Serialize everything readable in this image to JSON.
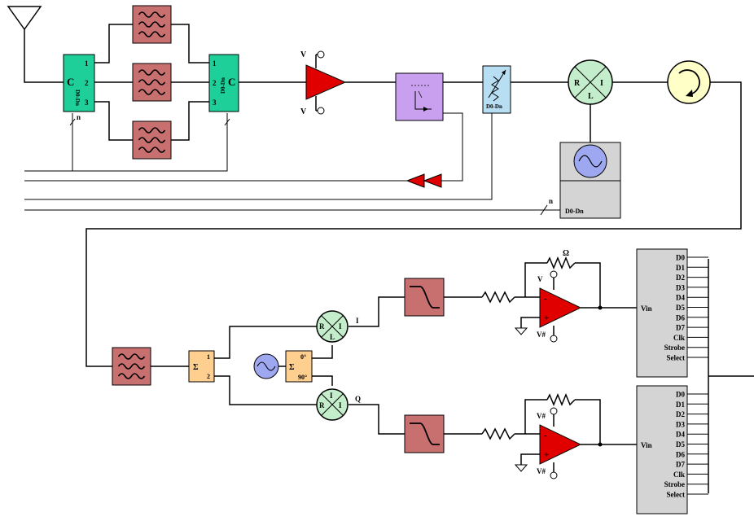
{
  "colors": {
    "switch": "#1fcf9a",
    "filter": "#c87070",
    "amp": "#e00000",
    "attenuator_block": "#c9a0f0",
    "step_attenuator": "#b8def4",
    "mixer": "#c4eecb",
    "circulator": "#ffffc8",
    "oscillator": "#9ea8f0",
    "combiner": "#ffcf8f",
    "adc": "#d4d4d4",
    "wire": "#000000"
  },
  "rf_chain": {
    "switch_in": {
      "letter": "C",
      "ports": [
        "1",
        "2",
        "3"
      ],
      "ctrl": "D0-Dn",
      "bus": "n"
    },
    "switch_out": {
      "letter": "C",
      "ports": [
        "1",
        "2",
        "3"
      ],
      "ctrl": "D0-Dn"
    },
    "amp_supply_top": "V",
    "amp_supply_bottom": "V",
    "step_atten_ctrl": "D0-Dn",
    "mixer_ports": {
      "r": "R",
      "i": "I",
      "l": "L"
    },
    "lo_ctrl": "D0-Dn",
    "lo_bus": "n"
  },
  "if_chain": {
    "splitter": {
      "symbol": "Σ",
      "port1": "1",
      "port2": "2"
    },
    "quad": {
      "symbol": "Σ",
      "port0": "0°",
      "port90": "90°"
    },
    "mixer_i": {
      "r": "R",
      "i": "I",
      "l": "L"
    },
    "mixer_q": {
      "r": "R",
      "i": "I",
      "l": "I"
    },
    "i_label": "I",
    "q_label": "Q"
  },
  "opamps": [
    {
      "feedback": "Ω",
      "v_top": "V",
      "v_bottom": "V#",
      "minus": "-",
      "plus": "+"
    },
    {
      "feedback": "",
      "v_top": "V#",
      "v_bottom": "V#",
      "minus": "-",
      "plus": "+"
    }
  ],
  "adcs": [
    {
      "input": "Vin",
      "pins": [
        "D0",
        "D1",
        "D2",
        "D3",
        "D4",
        "D5",
        "D6",
        "D7",
        "Clk",
        "Strobe",
        "Select"
      ]
    },
    {
      "input": "Vin",
      "pins": [
        "D0",
        "D1",
        "D2",
        "D3",
        "D4",
        "D5",
        "D6",
        "D7",
        "Clk",
        "Strobe",
        "Select"
      ]
    }
  ]
}
